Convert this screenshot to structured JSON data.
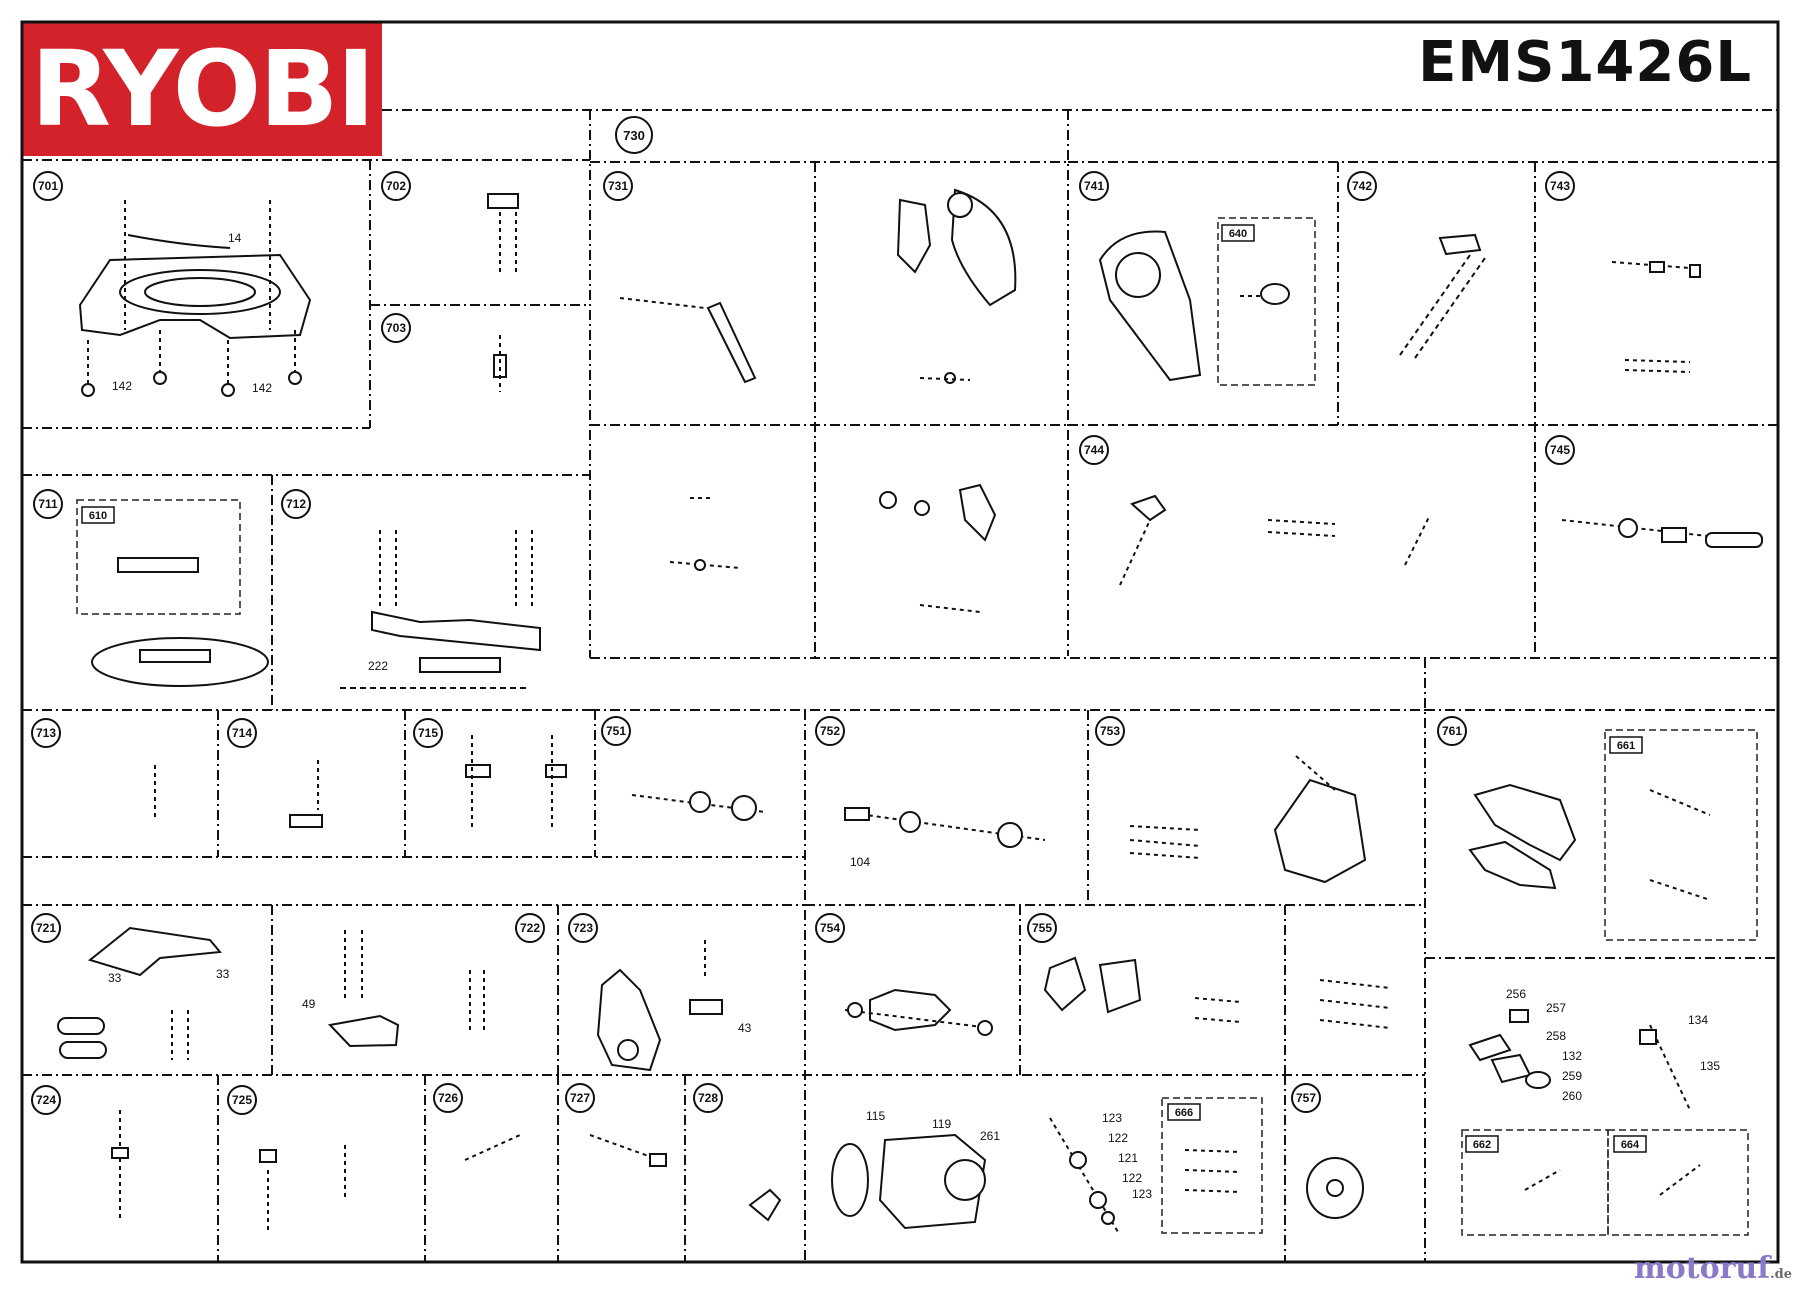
{
  "brand": "RYOBI",
  "model": "EMS1426L",
  "watermark": {
    "name": "motoruf",
    "tld": ".de"
  },
  "sections": {
    "s701": "701",
    "s702": "702",
    "s703": "703",
    "s711": "711",
    "s712": "712",
    "s713": "713",
    "s714": "714",
    "s715": "715",
    "s721": "721",
    "s722": "722",
    "s723": "723",
    "s724": "724",
    "s725": "725",
    "s726": "726",
    "s727": "727",
    "s728": "728",
    "s730": "730",
    "s731": "731",
    "s741": "741",
    "s742": "742",
    "s743": "743",
    "s744": "744",
    "s745": "745",
    "s751": "751",
    "s752": "752",
    "s753": "753",
    "s754": "754",
    "s755": "755",
    "s757": "757",
    "s761": "761"
  },
  "subassemblies": {
    "b610": "610",
    "b640": "640",
    "b661": "661",
    "b662": "662",
    "b664": "664",
    "b666": "666"
  },
  "callouts": {
    "c14": "14",
    "c142a": "142",
    "c142b": "142",
    "c222": "222",
    "c33a": "33",
    "c33b": "33",
    "c49": "49",
    "c43": "43",
    "c104": "104",
    "c115": "115",
    "c119": "119",
    "c261": "261",
    "c123a": "123",
    "c122a": "122",
    "c121": "121",
    "c122b": "122",
    "c123b": "123",
    "c256": "256",
    "c257": "257",
    "c258": "258",
    "c132": "132",
    "c259": "259",
    "c260": "260",
    "c134": "134",
    "c135": "135"
  }
}
